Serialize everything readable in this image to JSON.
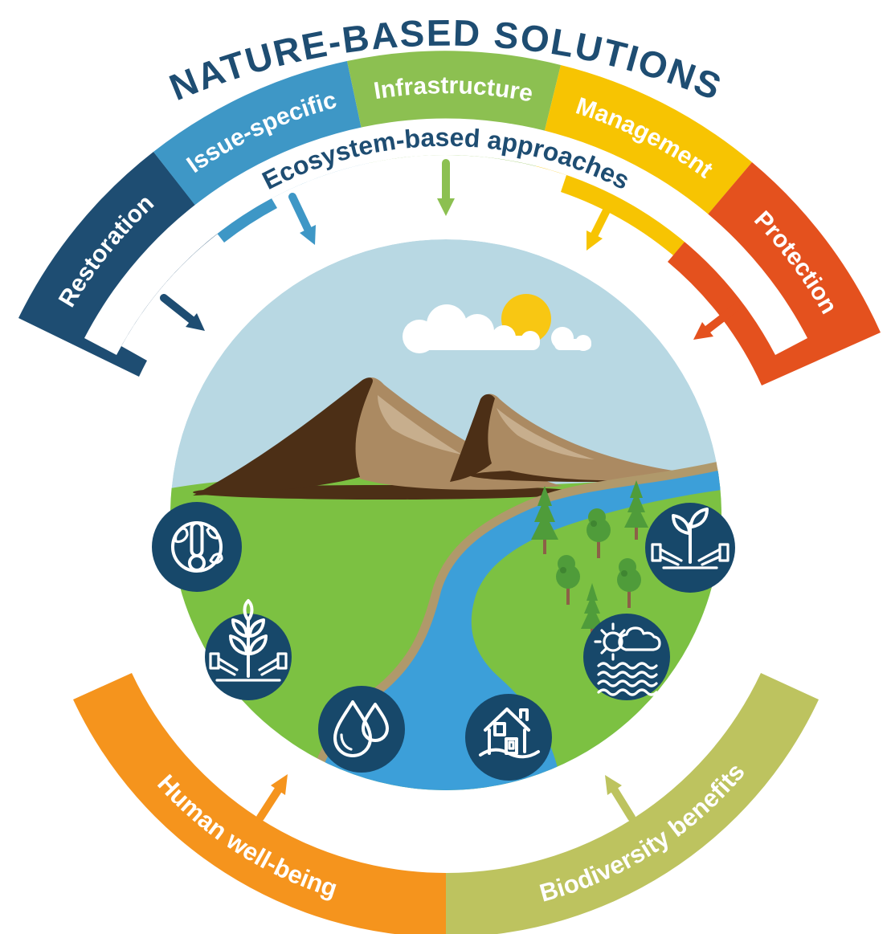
{
  "title": {
    "text": "NATURE-BASED SOLUTIONS",
    "color": "#1e4d72"
  },
  "top_arc": {
    "band_label": {
      "text": "Ecosystem-based approaches",
      "color": "#1e4d72"
    },
    "label_color": "#ffffff",
    "segments": [
      {
        "id": "restoration",
        "label": "Restoration",
        "color": "#1e4d72"
      },
      {
        "id": "issue-specific",
        "label": "Issue-specific",
        "color": "#3e97c6"
      },
      {
        "id": "infrastructure",
        "label": "Infrastructure",
        "color": "#8cc051"
      },
      {
        "id": "management",
        "label": "Management",
        "color": "#f7c402"
      },
      {
        "id": "protection",
        "label": "Protection",
        "color": "#e4511e"
      }
    ]
  },
  "bottom_arc": {
    "label_color": "#ffffff",
    "segments": [
      {
        "id": "human-well-being",
        "label": "Human well-being",
        "color": "#f5941d"
      },
      {
        "id": "biodiversity-benefits",
        "label": "Biodiversity benefits",
        "color": "#bdc35f"
      }
    ]
  },
  "icons": [
    {
      "name": "globe-thermometer-icon"
    },
    {
      "name": "hands-crop-icon"
    },
    {
      "name": "water-drops-icon"
    },
    {
      "name": "house-wave-icon"
    },
    {
      "name": "sun-cloud-waves-icon"
    },
    {
      "name": "hands-seedling-icon"
    }
  ],
  "palette": {
    "white": "#ffffff",
    "icon_bg": "#17486a",
    "sky": "#b8d8e3",
    "sun": "#f8c713",
    "cloud": "#ffffff",
    "grass": "#7cc142",
    "river": "#3c9fd9",
    "riverbank": "#b0996b",
    "mountain_dark": "#4c2f16",
    "mountain_mid": "#ab8a62",
    "mountain_light": "#c7ae8d",
    "tree_green": "#4f9c3a",
    "tree_green_dark": "#3f8531",
    "trunk": "#8c6047"
  }
}
